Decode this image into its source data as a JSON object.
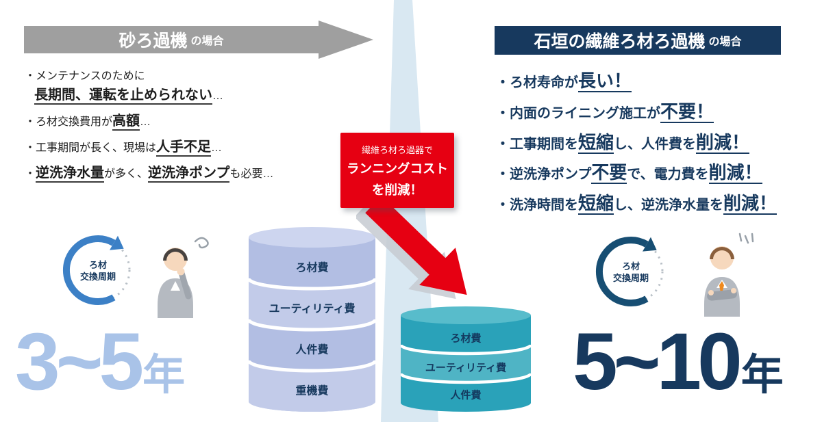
{
  "left": {
    "banner": {
      "main": "砂ろ過機",
      "suffix": "の場合"
    },
    "points": {
      "p1a": "・メンテナンスのために",
      "p1b": "長期間、運転を止められない",
      "p1c": "…",
      "p2a": "・ろ材交換費用が",
      "p2b": "高額",
      "p2c": "…",
      "p3a": "・工事期間が長く、現場は",
      "p3b": "人手不足",
      "p3c": "…",
      "p4a": "・",
      "p4b": "逆洗浄水量",
      "p4c": "が多く、",
      "p4d": "逆洗浄ポンプ",
      "p4e": "も必要…"
    },
    "cycle": {
      "line1": "ろ材",
      "line2": "交換周期"
    },
    "years": {
      "value": "3~5",
      "unit": "年"
    },
    "cylinder": {
      "layers": [
        "ろ材費",
        "ユーティリティ費",
        "人件費",
        "重機費"
      ]
    }
  },
  "badge": {
    "line1": "繊維ろ材ろ過器で",
    "line2": "ランニングコスト",
    "line3": "を削減！"
  },
  "right": {
    "banner": {
      "main": "石垣の繊維ろ材ろ過機",
      "suffix": "の場合"
    },
    "points": {
      "p1a": "・ろ材寿命が",
      "p1b": "長い！",
      "p2a": "・内面のライニング施工が",
      "p2b": "不要！",
      "p3a": "・工事期間を",
      "p3b": "短縮",
      "p3c": "し、人件費を",
      "p3d": "削減！",
      "p4a": "・逆洗浄ポンプ",
      "p4b": "不要",
      "p4c": "で、電力費を",
      "p4d": "削減！",
      "p5a": "・洗浄時間を",
      "p5b": "短縮",
      "p5c": "し、逆洗浄水量を",
      "p5d": "削減！"
    },
    "cycle": {
      "line1": "ろ材",
      "line2": "交換周期"
    },
    "years": {
      "value": "5~10",
      "unit": "年"
    },
    "cylinder": {
      "layers": [
        "ろ材費",
        "ユーティリティ費",
        "人件費"
      ]
    }
  },
  "colors": {
    "navy": "#17395e",
    "red": "#e60012",
    "gray_banner": "#9f9f9f",
    "stripe": "#d9e8f2",
    "left_cylinder": "#b2bee3",
    "right_cylinder": "#2aa2b9",
    "left_number": "#a9c3e8",
    "cycle_arrow_left": "#3c80c6",
    "cycle_arrow_right": "#174e73"
  }
}
